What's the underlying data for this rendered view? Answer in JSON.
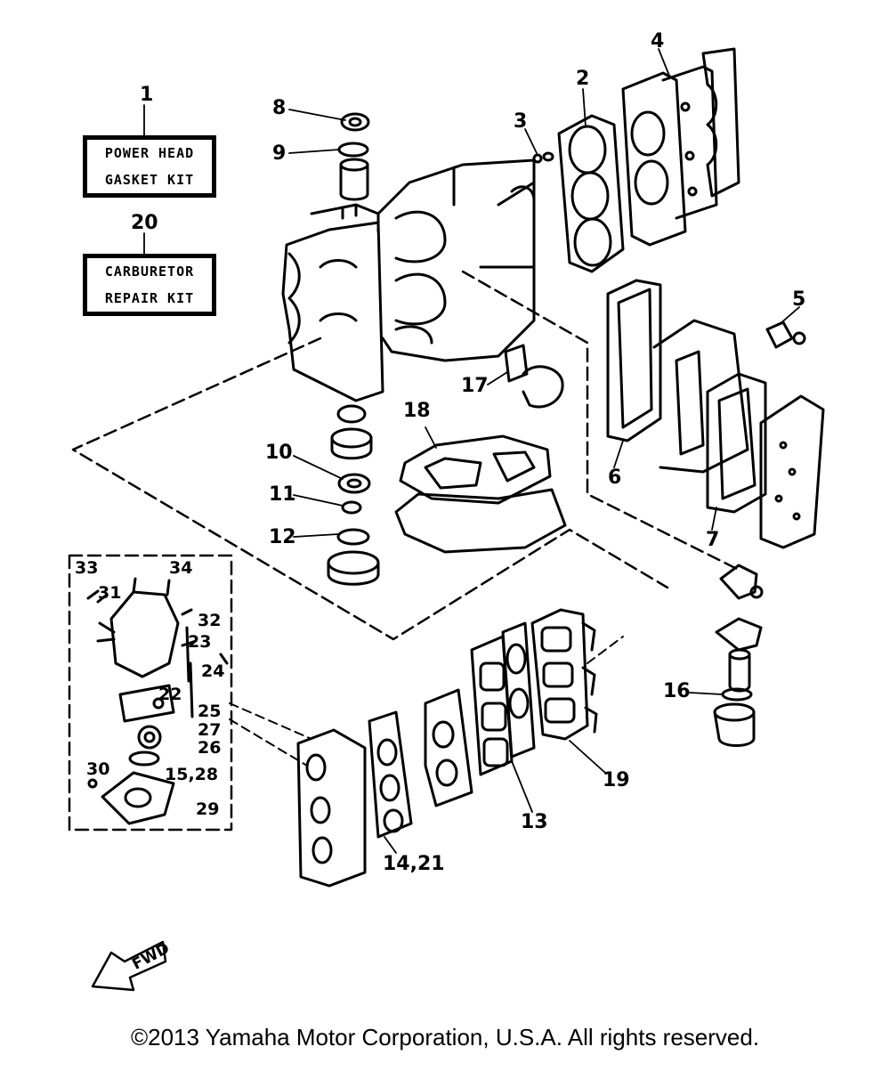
{
  "kits": {
    "power_head": {
      "line1": "POWER HEAD",
      "line2": "GASKET KIT"
    },
    "carburetor": {
      "line1": "CARBURETOR",
      "line2": "REPAIR KIT"
    }
  },
  "callouts": {
    "c1": "1",
    "c2": "2",
    "c3": "3",
    "c4": "4",
    "c5": "5",
    "c6": "6",
    "c7": "7",
    "c8": "8",
    "c9": "9",
    "c10": "10",
    "c11": "11",
    "c12": "12",
    "c13": "13",
    "c14_21": "14,21",
    "c15_28": "15,28",
    "c16": "16",
    "c17": "17",
    "c18": "18",
    "c19": "19",
    "c20": "20",
    "c22": "22",
    "c23": "23",
    "c24": "24",
    "c25": "25",
    "c26": "26",
    "c27": "27",
    "c29": "29",
    "c30": "30",
    "c31": "31",
    "c32": "32",
    "c33": "33",
    "c34": "34"
  },
  "fwd_label": "FWD",
  "copyright": "©2013 Yamaha Motor Corporation, U.S.A. All rights reserved."
}
